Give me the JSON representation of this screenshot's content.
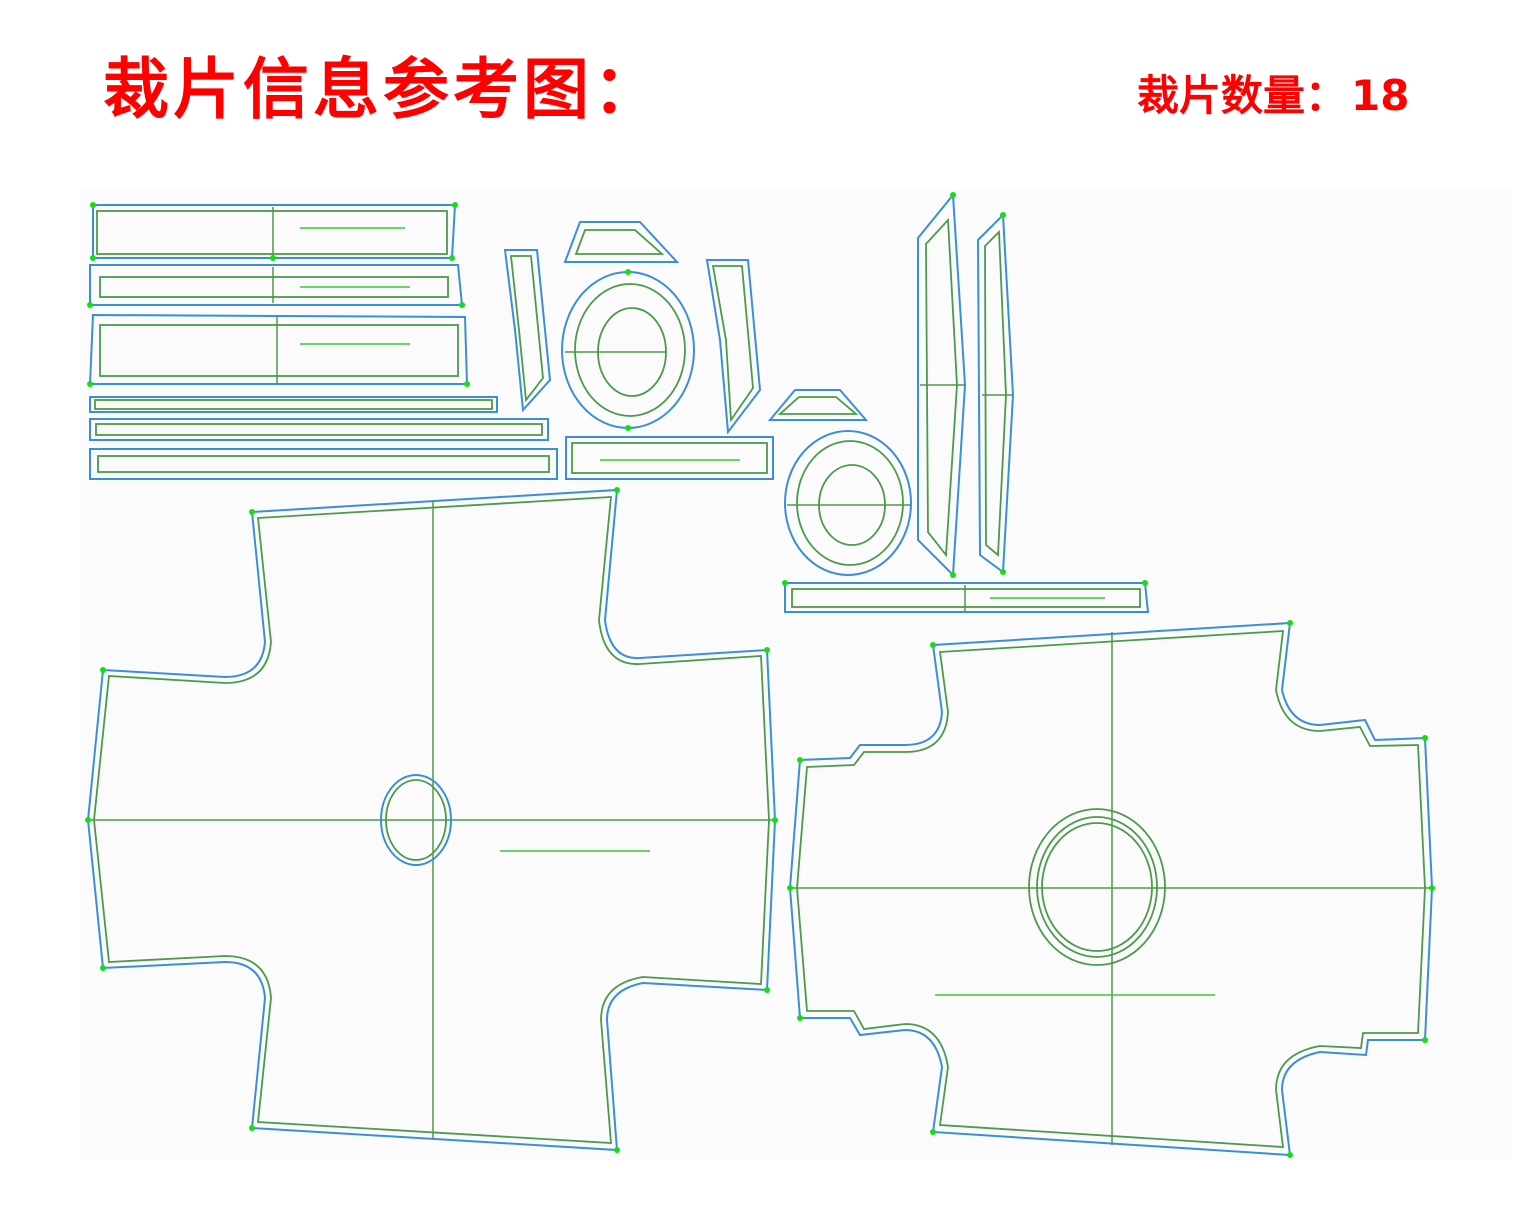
{
  "header": {
    "title": "裁片信息参考图：",
    "count_label": "裁片数量：",
    "count_value": "18"
  },
  "colors": {
    "title": "#ff0000",
    "cut_line": "#3a8fd8",
    "seam_line": "#4c9a4c",
    "points": "#11e011"
  }
}
